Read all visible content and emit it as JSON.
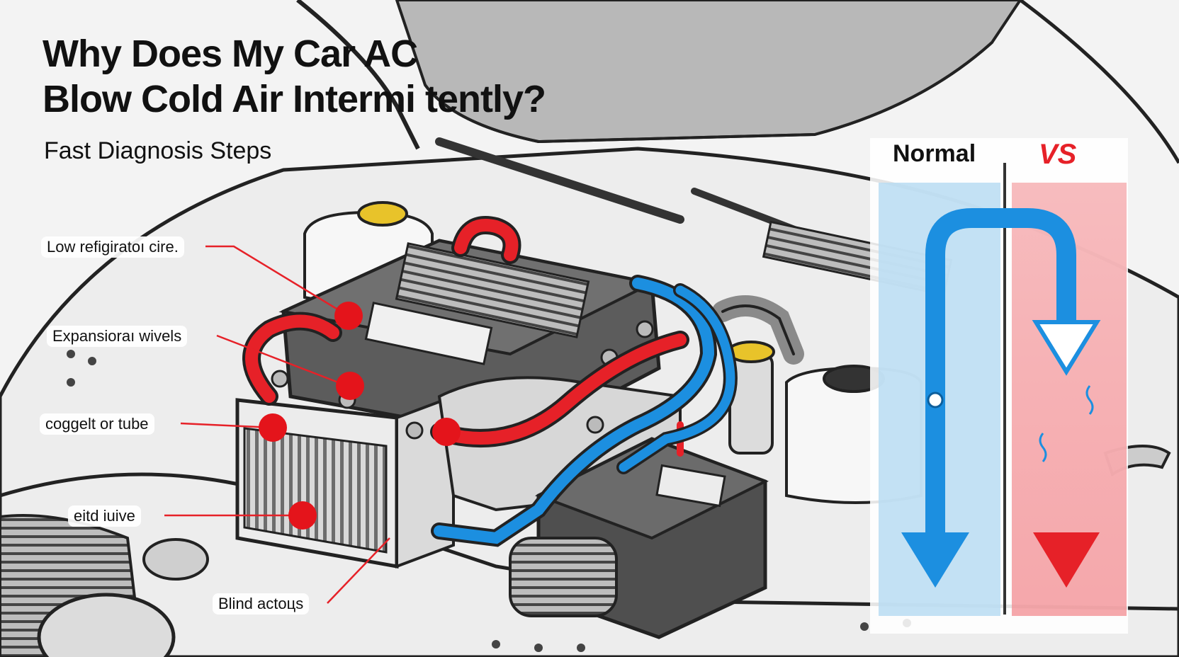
{
  "header": {
    "title_line1": "Why Does My Car AC",
    "title_line2": "Blow Cold Air Intermi tently?",
    "subtitle": "Fast Diagnosis Steps"
  },
  "callouts": [
    {
      "id": "refrigerant",
      "text": "Low refigiratoı cire."
    },
    {
      "id": "expansion",
      "text": "Expansioraı wivels"
    },
    {
      "id": "coggelt",
      "text": "coggelt or tube"
    },
    {
      "id": "eitd",
      "text": "eitd iuive"
    },
    {
      "id": "blind",
      "text": "Blind actoцs"
    }
  ],
  "comparison": {
    "normal_label": "Normal",
    "vs_label": "VS"
  },
  "colors": {
    "hot_hose": "#e62128",
    "cold_hose": "#1c8fe0",
    "marker": "#e4141b",
    "normal_panel": "#b9dcf2",
    "fault_panel": "#f4a0a4"
  }
}
